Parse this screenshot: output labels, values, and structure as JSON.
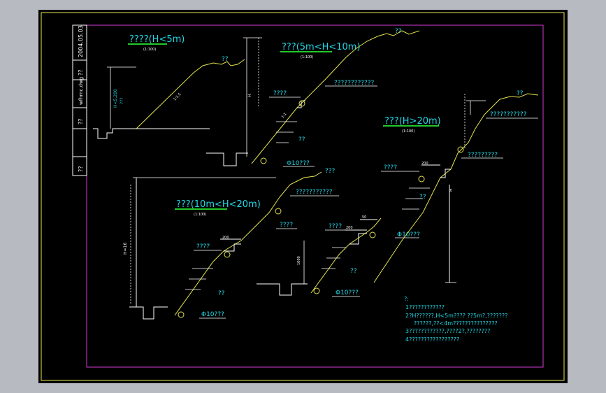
{
  "colors": {
    "frame_outer": "#e8e84e",
    "frame_inner": "#d23bd2",
    "text": "#23d7e6",
    "underline": "#22c82a",
    "lines": "#ffffff"
  },
  "title_block": {
    "date": "2004.05.03",
    "cell2": "??",
    "cell3": "wfhmc.dwg",
    "cell4": "??",
    "cell5": "??"
  },
  "sections": {
    "s1": {
      "title": "????(H<5m)",
      "scale": "(1:100)",
      "top_label": "??",
      "slope": "1:1.5",
      "height": "H<5.200",
      "height2": "???"
    },
    "s2": {
      "title": "???(5m<H<10m)",
      "scale": "(1:100)",
      "top_label": "??",
      "label_a": "????????????",
      "label_b": "????",
      "label_c": "??",
      "label_d": "Φ10???",
      "slope": "1:1",
      "h": "H"
    },
    "s3": {
      "title": "???(H>20m)",
      "scale": "(1:100)",
      "top_label": "??",
      "label_a": "???????????",
      "label_b": "?????????",
      "label_c": "????",
      "label_d": "??",
      "label_e": "Φ10???",
      "dim": "200",
      "h": "H"
    },
    "s4": {
      "title": "???(10m<H<20m)",
      "scale": "(1:100)",
      "top_label": "???",
      "label_a": "???????????",
      "label_b": "????",
      "label_c": "????",
      "label_d": "??",
      "label_e": "Φ10???",
      "dim": "200",
      "h": "H=16"
    },
    "s5": {
      "label_a": "????",
      "label_b": "??",
      "label_c": "Φ10???",
      "dim1": "200",
      "dim2": "50",
      "h": "1000"
    }
  },
  "notes": {
    "title": "?:",
    "lines": [
      "1????????????",
      "2?H??????,H<5m???? ??5m?,???????",
      "??????,??<4m???????????????",
      "3????????????,????2?,????????",
      "4?????????????????"
    ]
  }
}
